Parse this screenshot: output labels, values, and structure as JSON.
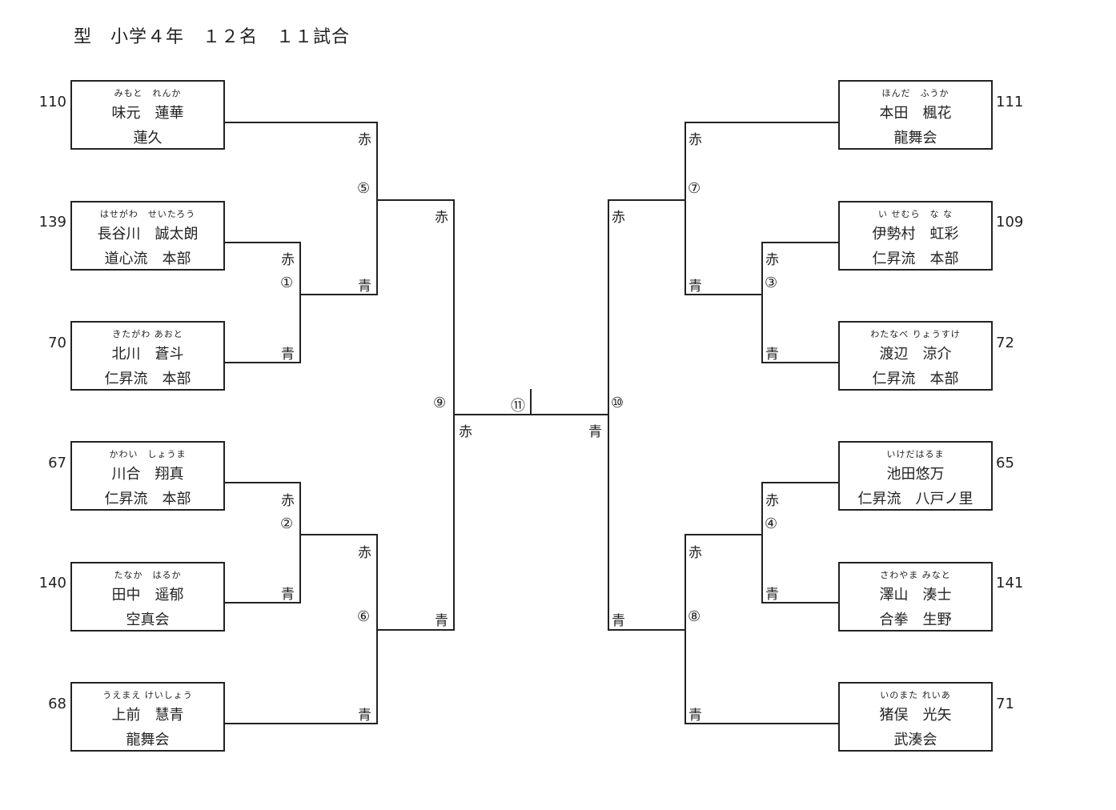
{
  "title": "型　小学４年　１２名　１１試合",
  "colors": {
    "line": "#222222",
    "background": "#ffffff"
  },
  "labels": {
    "red": "赤",
    "blue": "青"
  },
  "left": [
    {
      "seed": "110",
      "furigana": "みもと　れんか",
      "name": "味元　蓮華",
      "club": "蓮久"
    },
    {
      "seed": "139",
      "furigana": "はせがわ　せいたろう",
      "name": "長谷川　誠太朗",
      "club": "道心流　本部"
    },
    {
      "seed": "70",
      "furigana": "きたがわ あおと",
      "name": "北川　蒼斗",
      "club": "仁昇流　本部"
    },
    {
      "seed": "67",
      "furigana": "かわい　しょうま",
      "name": "川合　翔真",
      "club": "仁昇流　本部"
    },
    {
      "seed": "140",
      "furigana": "たなか　はるか",
      "name": "田中　遥郁",
      "club": "空真会"
    },
    {
      "seed": "68",
      "furigana": "うえまえ けいしょう",
      "name": "上前　慧青",
      "club": "龍舞会"
    }
  ],
  "right": [
    {
      "seed": "111",
      "furigana": "ほんだ　ふうか",
      "name": "本田　楓花",
      "club": "龍舞会"
    },
    {
      "seed": "109",
      "furigana": "い せむら　な な",
      "name": "伊勢村　虹彩",
      "club": "仁昇流　本部"
    },
    {
      "seed": "72",
      "furigana": "わたなべ りょうすけ",
      "name": "渡辺　涼介",
      "club": "仁昇流　本部"
    },
    {
      "seed": "65",
      "furigana": "いけだはるま",
      "name": "池田悠万",
      "club": "仁昇流　八戸ノ里"
    },
    {
      "seed": "141",
      "furigana": "さわやま みなと",
      "name": "澤山　湊士",
      "club": "合拳　生野"
    },
    {
      "seed": "71",
      "furigana": "いのまた れいあ",
      "name": "猪俣　光矢",
      "club": "武湊会"
    }
  ],
  "matches": {
    "m1": "①",
    "m2": "②",
    "m3": "③",
    "m4": "④",
    "m5": "⑤",
    "m6": "⑥",
    "m7": "⑦",
    "m8": "⑧",
    "m9": "⑨",
    "m10": "⑩",
    "m11": "⑪"
  }
}
